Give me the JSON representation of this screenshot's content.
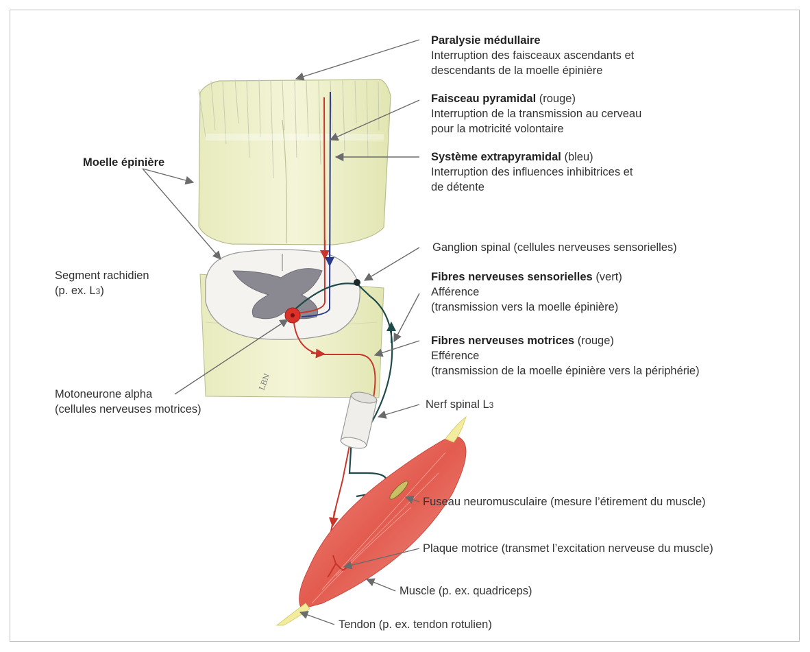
{
  "labels": {
    "paralysie": {
      "title": "Paralysie médullaire",
      "line1": "Interruption des faisceaux ascendants et",
      "line2": "descendants de la moelle épinière"
    },
    "pyramidal": {
      "title": "Faisceau pyramidal",
      "note": "(rouge)",
      "line1": "Interruption de la transmission au cerveau",
      "line2": "pour la motricité volontaire"
    },
    "extrapyramidal": {
      "title": "Système extrapyramidal",
      "note": "(bleu)",
      "line1": "Interruption des influences inhibitrices et",
      "line2": "de détente"
    },
    "moelle": {
      "title": "Moelle épinière"
    },
    "ganglion": {
      "text": "Ganglion spinal (cellules nerveuses sensorielles)"
    },
    "segment": {
      "line1": "Segment rachidien",
      "line2": "(p. ex. L",
      "sub": "3",
      "close": ")"
    },
    "sensorielles": {
      "title": "Fibres nerveuses sensorielles",
      "note": "(vert)",
      "line1": "Afférence",
      "line2": "(transmission vers la moelle épinière)"
    },
    "motrices": {
      "title": "Fibres nerveuses motrices",
      "note": "(rouge)",
      "line1": "Efférence",
      "line2": "(transmission de la moelle épinière vers la périphérie)"
    },
    "motoneurone": {
      "line1": "Motoneurone alpha",
      "line2": "(cellules nerveuses motrices)"
    },
    "nerf": {
      "text": "Nerf spinal L",
      "sub": "3"
    },
    "fuseau": {
      "text": "Fuseau neuromusculaire (mesure l’étirement du muscle)"
    },
    "plaque": {
      "text": "Plaque motrice (transmet l’excitation nerveuse du muscle)"
    },
    "muscle": {
      "text": "Muscle (p. ex. quadriceps)"
    },
    "tendon": {
      "text": "Tendon (p. ex. tendon rotulien)"
    }
  },
  "signature": "LBN",
  "colors": {
    "motor": "#c8352a",
    "extrapyramidal": "#2a3a8a",
    "sensory": "#1e4a4a",
    "cord": "#ecefc4",
    "grey_matter": "#8a8890",
    "muscle": "#e76a5e",
    "arrow": "#6b6b6b"
  }
}
